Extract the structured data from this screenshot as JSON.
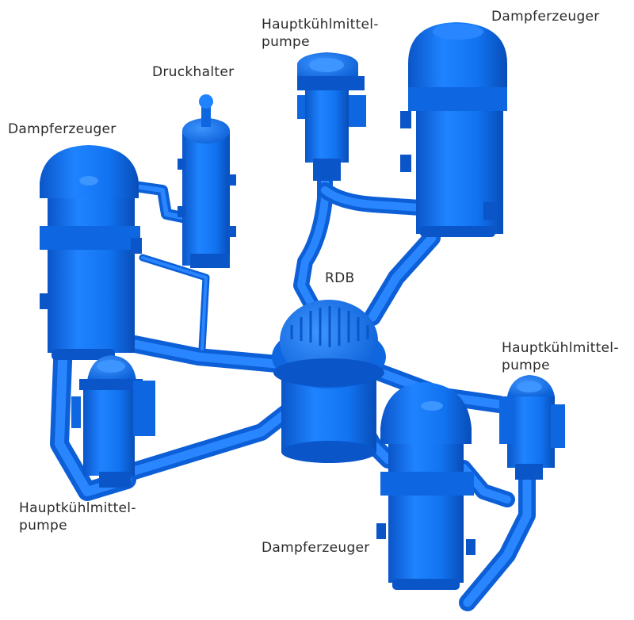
{
  "diagram": {
    "labels": {
      "druckhalter": "Druckhalter",
      "rdb": "RDB",
      "dampferzeuger_top_right": "Dampferzeuger",
      "dampferzeuger_left": "Dampferzeuger",
      "dampferzeuger_bottom": "Dampferzeuger",
      "hkmp_top_line1": "Hauptkühlmittel-",
      "hkmp_top_line2": "pumpe",
      "hkmp_right_line1": "Hauptkühlmittel-",
      "hkmp_right_line2": "pumpe",
      "hkmp_left_line1": "Hauptkühlmittel-",
      "hkmp_left_line2": "pumpe"
    },
    "colors": {
      "component": "#1273f0",
      "component_dark": "#0a55c8",
      "component_light": "#3d95ff",
      "label_text": "#2b2b2b",
      "background": "#ffffff"
    }
  }
}
